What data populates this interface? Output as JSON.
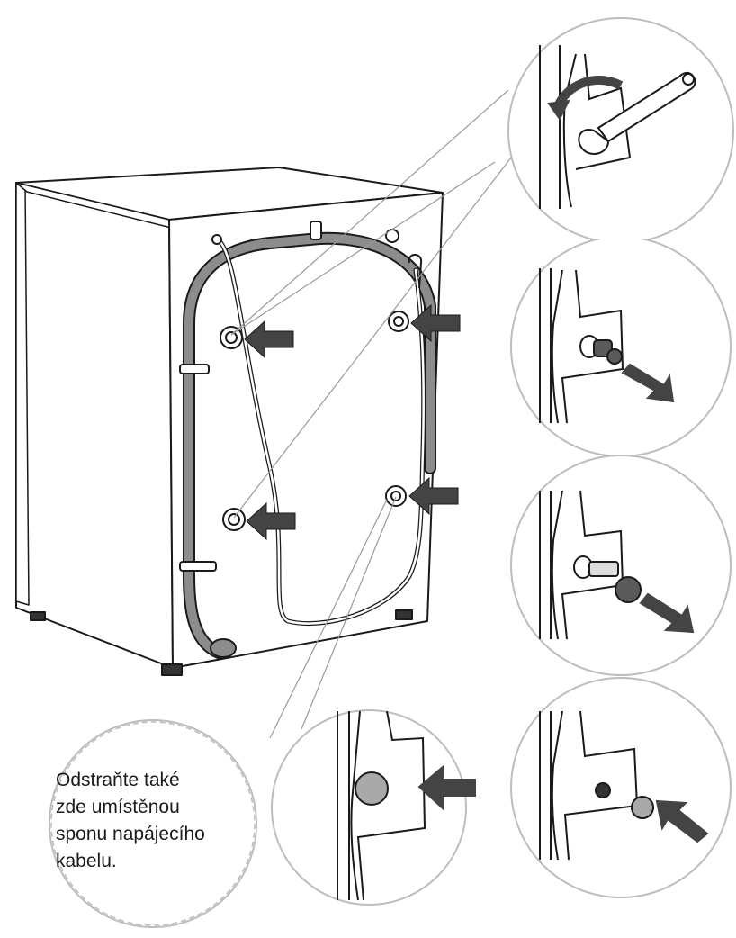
{
  "callout": {
    "lines": [
      "Odstraňte také",
      "zde umístěnou",
      "sponu napájecího",
      "kabelu."
    ]
  },
  "icons": {
    "arrows": "arrow-icon",
    "wrench": "wrench-icon",
    "bolt": "bolt-icon",
    "plug": "hole-plug-icon"
  },
  "colors": {
    "line": "#1a1a1a",
    "arrow_fill": "#444444",
    "hose": "#8c8c8c",
    "plug": "#a9a9a9",
    "bolt": "#5a5a5a"
  }
}
